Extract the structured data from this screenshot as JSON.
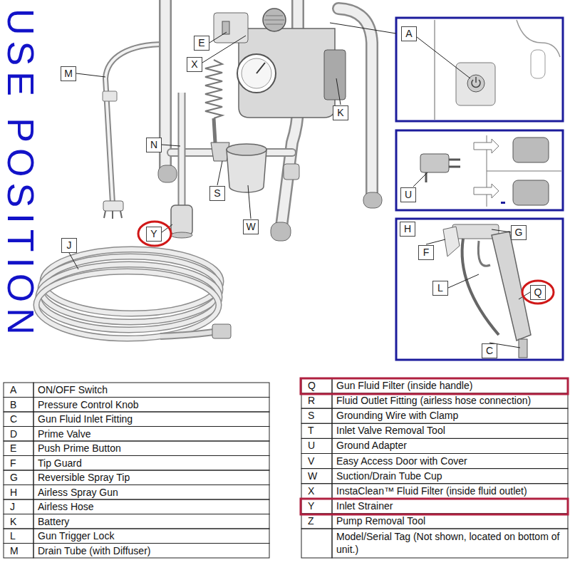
{
  "diagram": {
    "title": "USE POSITION",
    "nodes": [
      {
        "text": [
          "A"
        ]
      },
      {
        "text": [
          "E"
        ]
      },
      {
        "text": [
          "X"
        ]
      },
      {
        "text": [
          "M"
        ]
      },
      {
        "text": [
          "K"
        ]
      },
      {
        "text": [
          "N"
        ]
      },
      {
        "text": [
          "S"
        ]
      },
      {
        "text": [
          "U"
        ]
      },
      {
        "text": [
          "W"
        ]
      },
      {
        "text": [
          "H"
        ]
      },
      {
        "text": [
          "G"
        ]
      },
      {
        "text": [
          "Y"
        ]
      },
      {
        "text": [
          "J"
        ]
      },
      {
        "text": [
          "F"
        ]
      },
      {
        "text": [
          "L"
        ]
      },
      {
        "text": [
          "Q"
        ]
      },
      {
        "text": [
          "C"
        ]
      }
    ],
    "labels": [
      "A",
      "ON/OFF Switch",
      "B",
      "Pressure Control Knob",
      "C",
      "Gun Fluid Inlet Fitting",
      "D",
      "Prime Valve",
      "E",
      "Push Prime Button",
      "F",
      "Tip Guard",
      "G",
      "Reversible Spray Tip",
      "H",
      "Airless Spray Gun",
      "J",
      "Airless Hose",
      "K",
      "Battery",
      "L",
      "Gun Trigger Lock",
      "M",
      "Drain Tube (with Diffuser)",
      "Q",
      "Gun Fluid Filter (inside handle)",
      "R",
      "Fluid Outlet Fitting (airless hose connection)",
      "S",
      "Grounding Wire with Clamp",
      "T",
      "Inlet Valve Removal Tool",
      "U",
      "Ground Adapter",
      "V",
      "Easy Access Door with Cover",
      "W",
      "Suction/Drain Tube Cup",
      "X",
      "InstaClean™ Fluid Filter (inside fluid outlet)",
      "Y",
      "Inlet Strainer",
      "Z",
      "Pump Removal Tool",
      "Model/Serial Tag (Not shown, located on bottom of unit.)"
    ]
  }
}
